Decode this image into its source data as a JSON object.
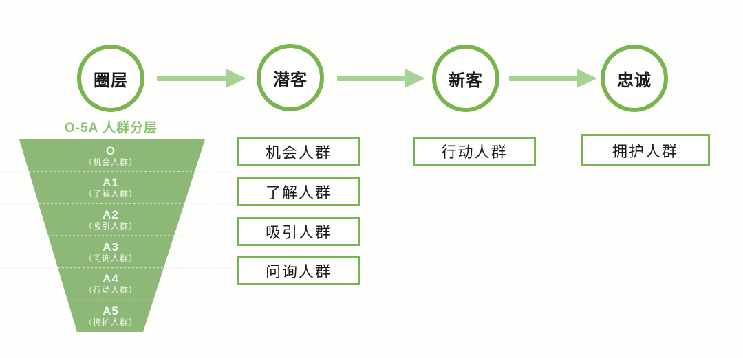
{
  "journey": {
    "stages": [
      {
        "label": "圈层"
      },
      {
        "label": "潜客"
      },
      {
        "label": "新客"
      },
      {
        "label": "忠诚"
      }
    ]
  },
  "funnel": {
    "title": "O-5A 人群分层",
    "levels": [
      {
        "code": "O",
        "label": "（机会人群）"
      },
      {
        "code": "A1",
        "label": "（了解人群）"
      },
      {
        "code": "A2",
        "label": "（吸引人群）"
      },
      {
        "code": "A3",
        "label": "（问询人群）"
      },
      {
        "code": "A4",
        "label": "（行动人群）"
      },
      {
        "code": "A5",
        "label": "（拥护人群）"
      }
    ]
  },
  "segments": {
    "potential": [
      "机会人群",
      "了解人群",
      "吸引人群",
      "问询人群"
    ],
    "new_customer": [
      "行动人群"
    ],
    "loyal": [
      "拥护人群"
    ]
  },
  "colors": {
    "stroke_green": "#79b54e",
    "arrow_green": "#a8d295",
    "funnel_green": "#8eb878",
    "funnel_text": "#f4f8f0",
    "separator_green": "#d9e7cd",
    "title_green": "#8cc172",
    "gridline_gray": "#e9e9e3",
    "text_dark": "#1c1c1c",
    "bg": "#fefefd"
  }
}
